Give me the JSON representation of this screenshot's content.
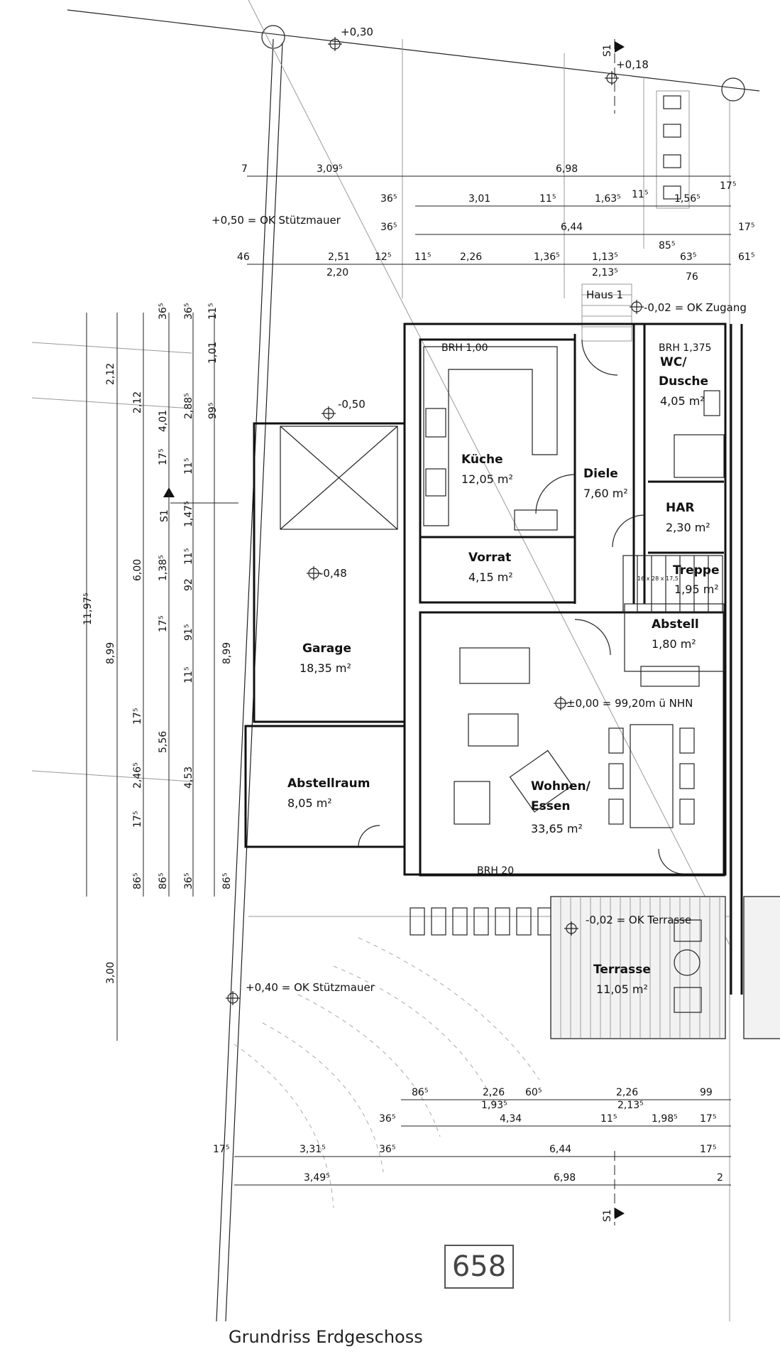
{
  "caption": "Grundriss Erdgeschoss",
  "page_number": "658",
  "house_label": "Haus 1",
  "section_label": "S1",
  "levels": {
    "top": "+0,30",
    "top_right": "+0,18",
    "wall_top": "+0,50 = OK Stützmauer",
    "garage_front": "-0,50",
    "garage": "-0,48",
    "entrance": "-0,02 = OK Zugang",
    "reference": "±0,00 = 99,20m ü NHN",
    "terrace": "-0,02 = OK Terrasse",
    "wall_bottom": "+0,40 = OK Stützmauer"
  },
  "rooms": [
    {
      "name": "Küche",
      "area": "12,05 m²"
    },
    {
      "name": "Diele",
      "area": "7,60 m²"
    },
    {
      "name": "WC/",
      "name2": "Dusche",
      "area": "4,05 m²"
    },
    {
      "name": "HAR",
      "area": "2,30 m²"
    },
    {
      "name": "Vorrat",
      "area": "4,15 m²"
    },
    {
      "name": "Treppe",
      "area": "1,95 m²"
    },
    {
      "name": "Abstell",
      "area": "1,80 m²"
    },
    {
      "name": "Garage",
      "area": "18,35 m²"
    },
    {
      "name": "Wohnen/",
      "name2": "Essen",
      "area": "33,65 m²"
    },
    {
      "name": "Abstellraum",
      "area": "8,05 m²"
    },
    {
      "name": "Terrasse",
      "area": "11,05 m²"
    }
  ],
  "notes": {
    "brh_kitchen": "BRH 1,00",
    "brh_wc": "BRH 1,375",
    "brh_living": "BRH 20",
    "stair_spec": "16 x 28 x 17,5"
  },
  "dims_top": [
    [
      "7",
      "3,09⁵",
      "6,98"
    ],
    [
      "36⁵",
      "3,01",
      "11⁵",
      "1,63⁵",
      "11⁵",
      "1,56⁵",
      "17⁵"
    ],
    [
      "36⁵",
      "6,44",
      "17⁵"
    ],
    [
      "85⁵"
    ],
    [
      "46",
      "2,51",
      "12⁵",
      "11⁵",
      "2,26",
      "1,36⁵",
      "1,13⁵",
      "63⁵",
      "61⁵"
    ],
    [
      "2,20",
      "2,13⁵",
      "76"
    ]
  ],
  "dims_bottom": [
    [
      "86⁵",
      "2,26",
      "60⁵",
      "2,26",
      "99"
    ],
    [
      "1,93⁵",
      "2,13⁵"
    ],
    [
      "36⁵",
      "4,34",
      "11⁵",
      "1,98⁵",
      "17⁵"
    ],
    [
      "17⁵",
      "3,31⁵",
      "36⁵",
      "6,44",
      "17⁵"
    ],
    [
      "3,49⁵",
      "6,98",
      "2"
    ]
  ],
  "dims_left": [
    "11,97⁵",
    "2,12",
    "8,99",
    "3,00",
    "2,12",
    "6,00",
    "86⁵",
    "17⁵",
    "2,46⁵",
    "5,56",
    "17⁵",
    "86⁵",
    "36⁵",
    "4,01",
    "1,38⁵",
    "17⁵",
    "36⁵",
    "4,53",
    "2,88⁵",
    "99⁵",
    "1,47⁵",
    "11⁵",
    "92",
    "91⁵",
    "11⁵",
    "36⁵",
    "1,01",
    "11⁵",
    "8,99",
    "86⁵",
    "11⁵",
    "17⁵"
  ]
}
